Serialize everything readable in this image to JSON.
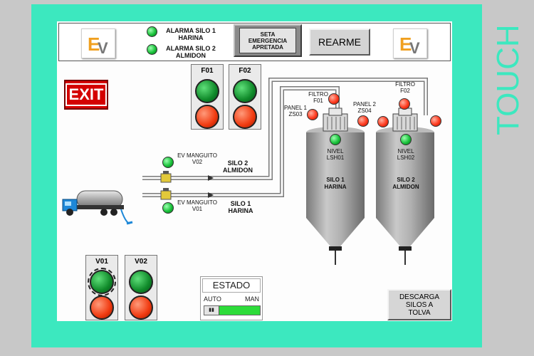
{
  "side_text": "TOUCH",
  "header": {
    "logo_text": "EV",
    "alarm1": {
      "line1": "ALARMA SILO 1",
      "line2": "HARINA"
    },
    "alarm2": {
      "line1": "ALARMA SILO 2",
      "line2": "ALMIDON"
    },
    "emergency": {
      "line1": "SETA",
      "line2": "EMERGENCIA",
      "line3": "APRETADA"
    },
    "reset_label": "REARME"
  },
  "exit_sign": "EXIT",
  "filters": {
    "f01": "F01",
    "f02": "F02"
  },
  "valves": {
    "v01": "V01",
    "v02": "V02"
  },
  "manguito_v02": {
    "line1": "EV MANGUITO",
    "line2": "V02"
  },
  "manguito_v01": {
    "line1": "EV MANGUITO",
    "line2": "V01"
  },
  "line_silo2": {
    "line1": "SILO 2",
    "line2": "ALMIDON"
  },
  "line_silo1": {
    "line1": "SILO 1",
    "line2": "HARINA"
  },
  "silo1": {
    "filter": {
      "line1": "FILTRO",
      "line2": "F01"
    },
    "panel": {
      "line1": "PANEL 1",
      "line2": "ZS03"
    },
    "level": {
      "line1": "NIVEL",
      "line2": "LSH01"
    },
    "name": {
      "line1": "SILO 1",
      "line2": "HARINA"
    }
  },
  "silo2": {
    "filter": {
      "line1": "FILTRO",
      "line2": "F02"
    },
    "panel": {
      "line1": "PANEL 2",
      "line2": "ZS04"
    },
    "level": {
      "line1": "NIVEL",
      "line2": "LSH02"
    },
    "name": {
      "line1": "SILO 2",
      "line2": "ALMIDON"
    }
  },
  "estado": {
    "title": "ESTADO",
    "auto": "AUTO",
    "man": "MAN",
    "toggle_glyph": "▮▮"
  },
  "discharge": {
    "line1": "DESCARGA",
    "line2": "SILOS A",
    "line3": "TOLVA"
  },
  "colors": {
    "frame": "#3ce8bf",
    "lamp_green": "#19c23a",
    "lamp_red": "#ff3b1f",
    "exit_red": "#d40000"
  }
}
